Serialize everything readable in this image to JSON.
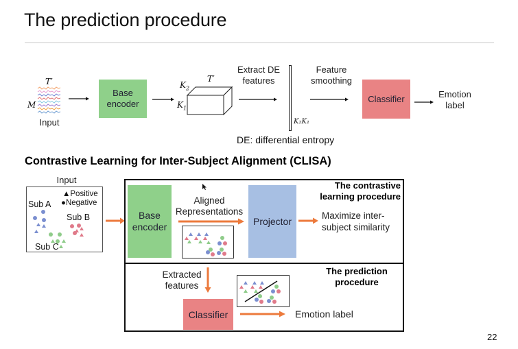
{
  "slide": {
    "title": "The prediction procedure",
    "page_number": "22"
  },
  "pipeline": {
    "input_label": "Input",
    "input_dim_rows": "M",
    "input_dim_cols": "T′",
    "base_encoder": "Base encoder",
    "tensor_dim_k2": "K",
    "tensor_dim_k2_sub": "2",
    "tensor_dim_k1": "K",
    "tensor_dim_k1_sub": "1",
    "tensor_dim_t": "T′",
    "extract_step": "Extract DE features",
    "vector_dim": "K₂K₁",
    "smoothing_step": "Feature smoothing",
    "classifier": "Classifier",
    "output": "Emotion label",
    "footnote": "DE: differential entropy"
  },
  "clisa": {
    "section_title": "Contrastive Learning for Inter-Subject Alignment (CLISA)",
    "input_label": "Input",
    "legend_positive": "Positive",
    "legend_negative": "Negative",
    "subjects": [
      "Sub A",
      "Sub B",
      "Sub C"
    ],
    "contrastive": {
      "heading": "The contrastive learning procedure",
      "base_encoder": "Base encoder",
      "aligned": "Aligned Representations",
      "projector": "Projector",
      "objective": "Maximize inter-subject similarity"
    },
    "prediction": {
      "heading": "The prediction procedure",
      "extracted": "Extracted features",
      "classifier": "Classifier",
      "output": "Emotion label"
    }
  },
  "colors": {
    "encoder_green": "#8fd08a",
    "classifier_pink": "#e98384",
    "projector_blue": "#a7bfe3",
    "arrow_orange": "#ec7a3c",
    "sub_a": "#7b8fd0",
    "sub_b": "#e07a8a",
    "sub_c": "#8fcc8a"
  }
}
